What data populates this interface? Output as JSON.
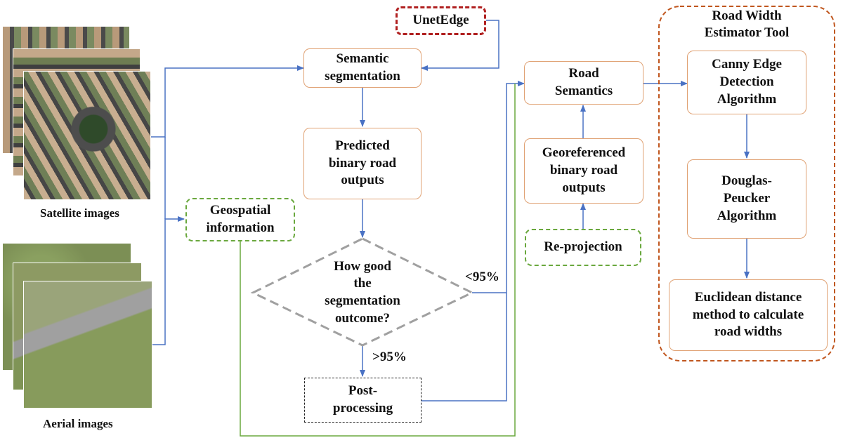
{
  "nodes": {
    "unetedge": "UnetEdge",
    "semantic_segmentation": "Semantic\nsegmentation",
    "predicted_outputs": "Predicted\nbinary road\noutputs",
    "geospatial_information": "Geospatial\ninformation",
    "decision": "How good\nthe\nsegmentation\noutcome?",
    "post_processing": "Post-\nprocessing",
    "road_semantics": "Road\nSemantics",
    "georeferenced_outputs": "Georeferenced\nbinary road\noutputs",
    "reprojection": "Re-projection",
    "tool_title": "Road Width\nEstimator Tool",
    "canny": "Canny Edge\nDetection\nAlgorithm",
    "douglas": "Douglas-\nPeucker\nAlgorithm",
    "euclidean": "Euclidean distance\nmethod to calculate\nroad widths"
  },
  "edge_labels": {
    "below": "<95%",
    "above": ">95%"
  },
  "captions": {
    "satellite": "Satellite images",
    "aerial": "Aerial images"
  },
  "colors": {
    "arrow": "#4a72c4",
    "green_line": "#6aa83e",
    "decision_border": "#a0a0a0",
    "box_border": "#e0a274",
    "tool_border": "#c0561e"
  }
}
